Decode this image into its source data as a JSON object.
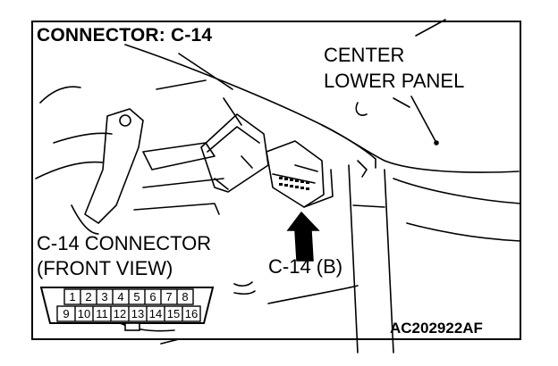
{
  "title": "CONNECTOR: C-14",
  "panel_label_line1": "CENTER",
  "panel_label_line2": "LOWER PANEL",
  "connector_label_line1": "C-14 CONNECTOR",
  "connector_label_line2": "(FRONT VIEW)",
  "callout_label": "C-14 (B)",
  "figure_code": "AC202922AF",
  "pins_top": [
    "1",
    "2",
    "3",
    "4",
    "5",
    "6",
    "7",
    "8"
  ],
  "pins_bottom": [
    "9",
    "10",
    "11",
    "12",
    "13",
    "14",
    "15",
    "16"
  ]
}
